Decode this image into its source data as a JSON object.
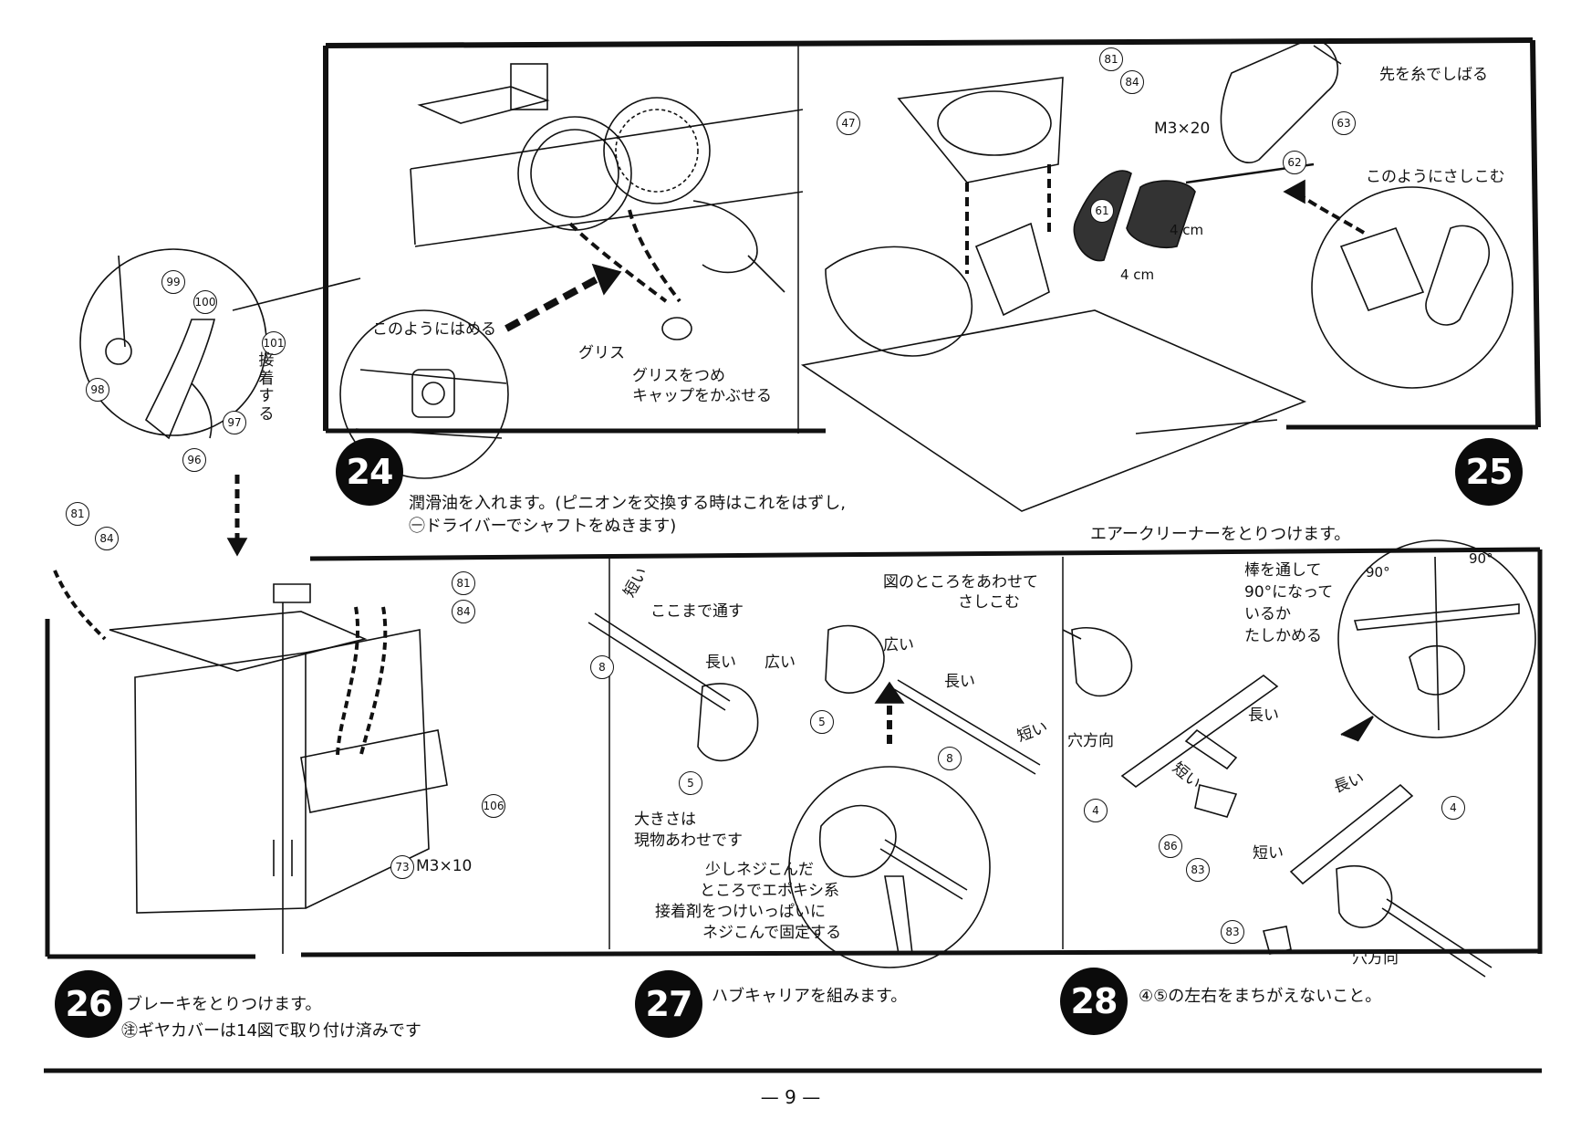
{
  "page": {
    "number": "— 9 —"
  },
  "steps": [
    {
      "number": "24",
      "caption_lines": [
        "潤滑油を入れます。(ピニオンを交換する時はこれをはずし,",
        "㊀ドライバーでシャフトをぬきます)"
      ],
      "labels": {
        "inset": "このようにはめる",
        "grease": "グリス",
        "cap_line1": "グリスをつめ",
        "cap_line2": "キャップをかぶせる"
      }
    },
    {
      "number": "25",
      "caption_lines": [
        "エアークリーナーをとりつけます。"
      ],
      "labels": {
        "tie": "先を糸でしばる",
        "screw": "M3×20",
        "insert": "このようにさしこむ",
        "len_a": "4 cm",
        "len_b": "4 cm"
      },
      "parts": [
        "81",
        "84",
        "47",
        "63",
        "62",
        "61"
      ]
    },
    {
      "number": "26",
      "caption_lines": [
        "ブレーキをとりつけます。",
        "㊟ギヤカバーは14図で取り付け済みです"
      ],
      "labels": {
        "glue": "接着する",
        "screw": "M3×10"
      },
      "parts": [
        "99",
        "100",
        "101",
        "98",
        "97",
        "96",
        "81",
        "84",
        "81",
        "84",
        "106",
        "73"
      ]
    },
    {
      "number": "27",
      "caption_lines": [
        "ハブキャリアを組みます。"
      ],
      "labels": {
        "short_a": "短い",
        "through": "ここまで通す",
        "long_a": "長い",
        "wide_a": "広い",
        "match_1": "図のところをあわせて",
        "match_2": "さしこむ",
        "wide_b": "広い",
        "long_b": "長い",
        "short_b": "短い",
        "size_1": "大きさは",
        "size_2": "現物あわせです",
        "epoxy_1": "少しネジこんだ",
        "epoxy_2": "ところでエポキシ系",
        "epoxy_3": "接着剤をつけいっぱいに",
        "epoxy_4": "ネジこんで固定する"
      },
      "parts": [
        "8",
        "5",
        "5",
        "8"
      ]
    },
    {
      "number": "28",
      "caption_lines": [
        "④⑤の左右をまちがえないこと。"
      ],
      "labels": {
        "rod_1": "棒を通して",
        "rod_2": "90°になって",
        "rod_3": "いるか",
        "rod_4": "たしかめる",
        "angle_l": "90°",
        "angle_r": "90°",
        "long_a": "長い",
        "hole_a": "穴方向",
        "short_a": "短い",
        "long_b": "長い",
        "short_b": "短い",
        "hole_b": "穴方向"
      },
      "parts": [
        "4",
        "86",
        "83",
        "4",
        "83"
      ]
    }
  ]
}
